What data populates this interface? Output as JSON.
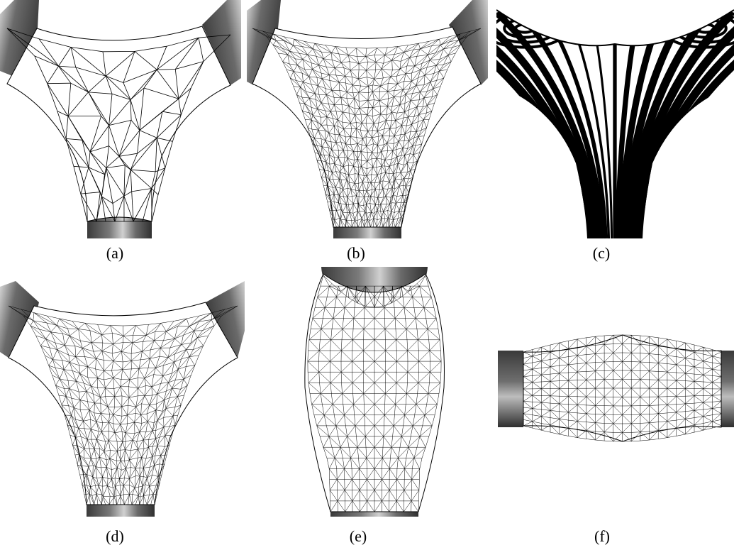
{
  "captions": {
    "a": "(a)",
    "b": "(b)",
    "c": "(c)",
    "d": "(d)",
    "e": "(e)",
    "f": "(f)"
  },
  "colors": {
    "background": "#ffffff",
    "pipe_dark": "#3c3c3c",
    "pipe_mid": "#6e6e6e",
    "pipe_light": "#c8c8c8",
    "mesh_line": "#000000",
    "stripe_dark": "#000000",
    "stripe_light": "#ffffff"
  }
}
